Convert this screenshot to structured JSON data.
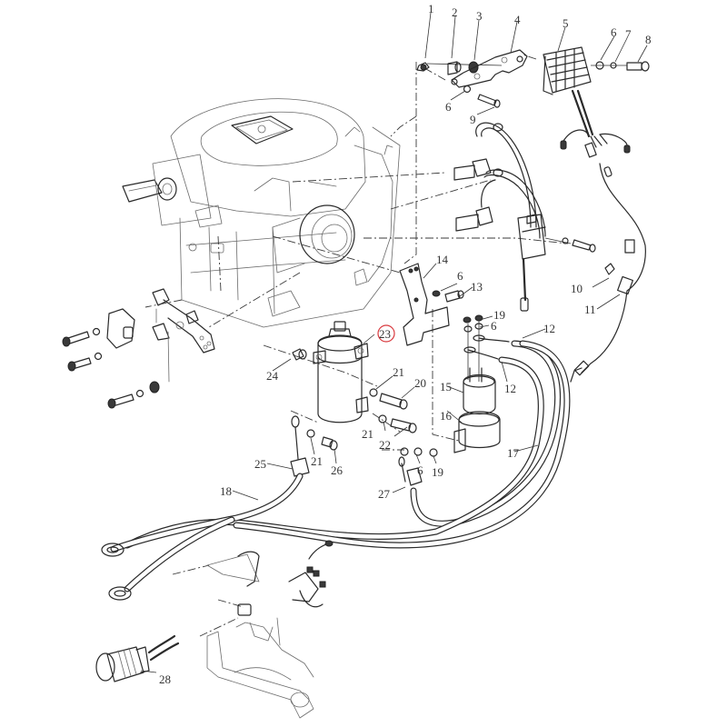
{
  "diagram": {
    "title": "Outboard engine electrical parts exploded view",
    "highlight_color": "#d9393e",
    "highlighted_label": "23",
    "callouts": [
      {
        "id": "c1",
        "text": "1"
      },
      {
        "id": "c2",
        "text": "2"
      },
      {
        "id": "c3",
        "text": "3"
      },
      {
        "id": "c4",
        "text": "4"
      },
      {
        "id": "c5",
        "text": "5"
      },
      {
        "id": "c6a",
        "text": "6"
      },
      {
        "id": "c7",
        "text": "7"
      },
      {
        "id": "c8",
        "text": "8"
      },
      {
        "id": "c6b",
        "text": "6"
      },
      {
        "id": "c9",
        "text": "9"
      },
      {
        "id": "c14",
        "text": "14"
      },
      {
        "id": "c6c",
        "text": "6"
      },
      {
        "id": "c13",
        "text": "13"
      },
      {
        "id": "c10",
        "text": "10"
      },
      {
        "id": "c11",
        "text": "11"
      },
      {
        "id": "c19a",
        "text": "19"
      },
      {
        "id": "c6d",
        "text": "6"
      },
      {
        "id": "c12a",
        "text": "12"
      },
      {
        "id": "c12b",
        "text": "12"
      },
      {
        "id": "c23",
        "text": "23"
      },
      {
        "id": "c24",
        "text": "24"
      },
      {
        "id": "c21a",
        "text": "21"
      },
      {
        "id": "c20",
        "text": "20"
      },
      {
        "id": "c15",
        "text": "15"
      },
      {
        "id": "c16",
        "text": "16"
      },
      {
        "id": "c21b",
        "text": "21"
      },
      {
        "id": "c22",
        "text": "22"
      },
      {
        "id": "c6e",
        "text": "6"
      },
      {
        "id": "c19b",
        "text": "19"
      },
      {
        "id": "c17",
        "text": "17"
      },
      {
        "id": "c21c",
        "text": "21"
      },
      {
        "id": "c26",
        "text": "26"
      },
      {
        "id": "c25",
        "text": "25"
      },
      {
        "id": "c27",
        "text": "27"
      },
      {
        "id": "c18",
        "text": "18"
      },
      {
        "id": "c28",
        "text": "28"
      }
    ]
  }
}
